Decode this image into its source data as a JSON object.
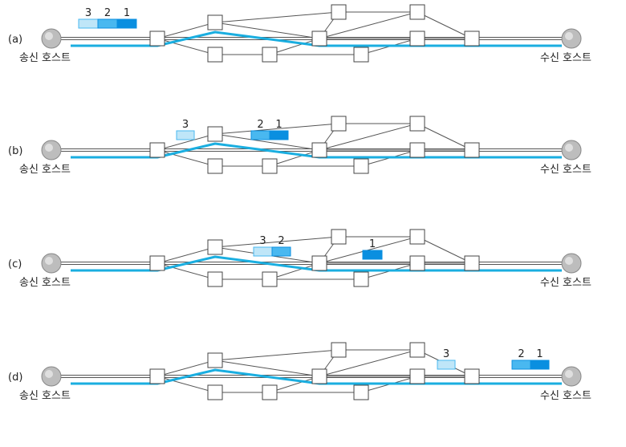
{
  "colors": {
    "line": "#555555",
    "path": "#1aaee0",
    "pkt1": "#0a8fe0",
    "pkt2": "#49b8f0",
    "pkt3": "#bfe6f8",
    "host": "#bdbdbd"
  },
  "host_labels": {
    "sender": "송신 호스트",
    "receiver": "수신 호스트"
  },
  "panels": [
    {
      "label": "(a)",
      "packets": [
        {
          "nums": [
            "3",
            "2",
            "1"
          ]
        }
      ]
    },
    {
      "label": "(b)",
      "packets": [
        {
          "nums": [
            "3"
          ]
        },
        {
          "nums": [
            "2",
            "1"
          ]
        }
      ]
    },
    {
      "label": "(c)",
      "packets": [
        {
          "nums": [
            "3",
            "2"
          ]
        },
        {
          "nums": [
            "1"
          ]
        }
      ]
    },
    {
      "label": "(d)",
      "packets": [
        {
          "nums": [
            "3"
          ]
        },
        {
          "nums": [
            "2",
            "1"
          ]
        }
      ]
    }
  ]
}
